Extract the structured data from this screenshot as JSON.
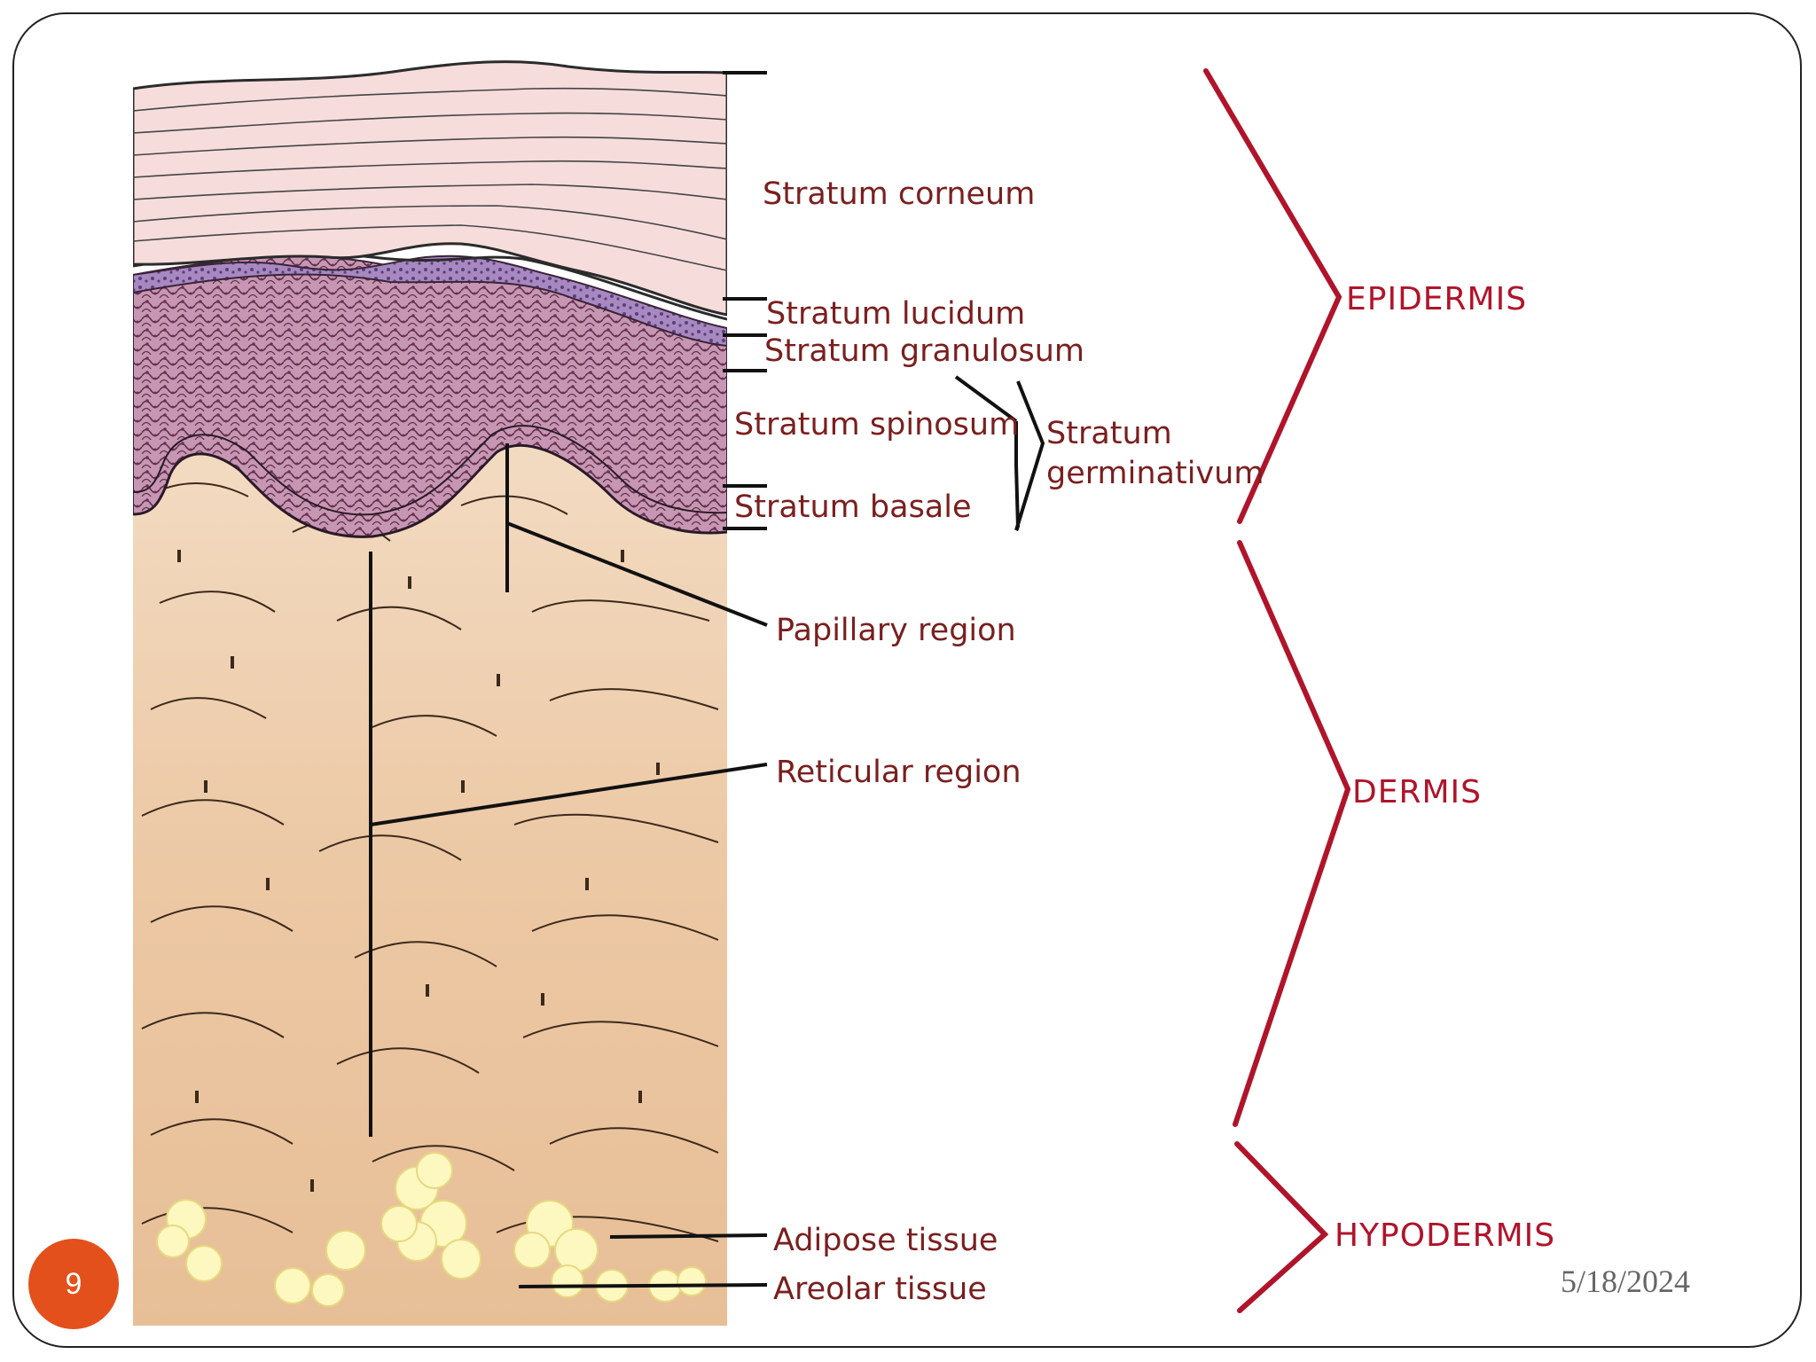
{
  "layers": {
    "stratum_corneum": "Stratum corneum",
    "stratum_lucidum": "Stratum lucidum",
    "stratum_granulosum": "Stratum granulosum",
    "stratum_spinosum": "Stratum spinosum",
    "stratum_basale": "Stratum basale",
    "stratum_germinativum_line1": "Stratum",
    "stratum_germinativum_line2": "germinativum"
  },
  "regions": {
    "papillary": "Papillary region",
    "reticular": "Reticular region",
    "adipose": "Adipose tissue",
    "areolar": "Areolar tissue"
  },
  "zones": {
    "epidermis": "EPIDERMIS",
    "dermis": "DERMIS",
    "hypodermis": "HYPODERMIS"
  },
  "slide": {
    "page_number": "9",
    "date": "5/18/2024"
  },
  "colors": {
    "label": "#7a1f1f",
    "bracket": "#b0142a",
    "corneum": "#f7dcdc",
    "cells": "#c796b2",
    "dermis": "#ecc8a4",
    "fat": "#fdf7c0",
    "page_badge": "#e4501c"
  }
}
